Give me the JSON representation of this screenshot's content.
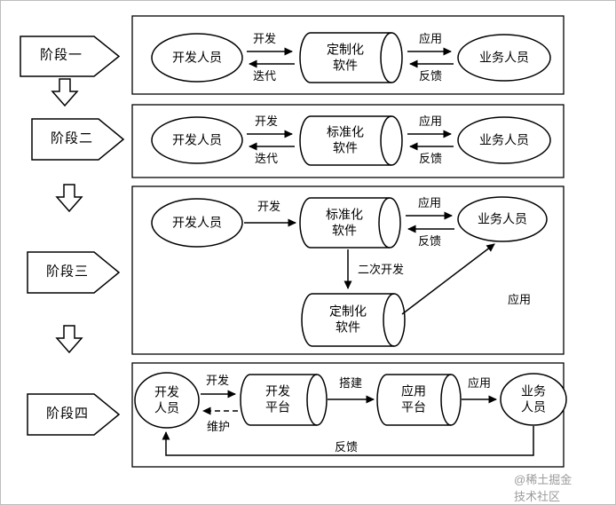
{
  "watermark": "@稀土掘金技术社区",
  "stages": [
    {
      "label": "阶段一"
    },
    {
      "label": "阶段二"
    },
    {
      "label": "阶段三"
    },
    {
      "label": "阶段四"
    }
  ],
  "panel1": {
    "developer": "开发人员",
    "develop": "开发",
    "iterate": "迭代",
    "custom_software": "定制化\n软件",
    "apply": "应用",
    "feedback": "反馈",
    "business": "业务人员"
  },
  "panel2": {
    "developer": "开发人员",
    "develop": "开发",
    "iterate": "迭代",
    "standard_software": "标准化\n软件",
    "apply": "应用",
    "feedback": "反馈",
    "business": "业务人员"
  },
  "panel3": {
    "developer": "开发人员",
    "develop": "开发",
    "standard_software": "标准化\n软件",
    "apply": "应用",
    "feedback": "反馈",
    "business": "业务人员",
    "secondary_develop": "二次开发",
    "custom_software": "定制化\n软件",
    "apply_custom": "应用"
  },
  "panel4": {
    "developer": "开发\n人员",
    "develop": "开发",
    "maintain": "维护",
    "dev_platform": "开发\n平台",
    "build": "搭建",
    "app_platform": "应用\n平台",
    "apply": "应用",
    "business": "业务\n人员",
    "feedback": "反馈"
  }
}
